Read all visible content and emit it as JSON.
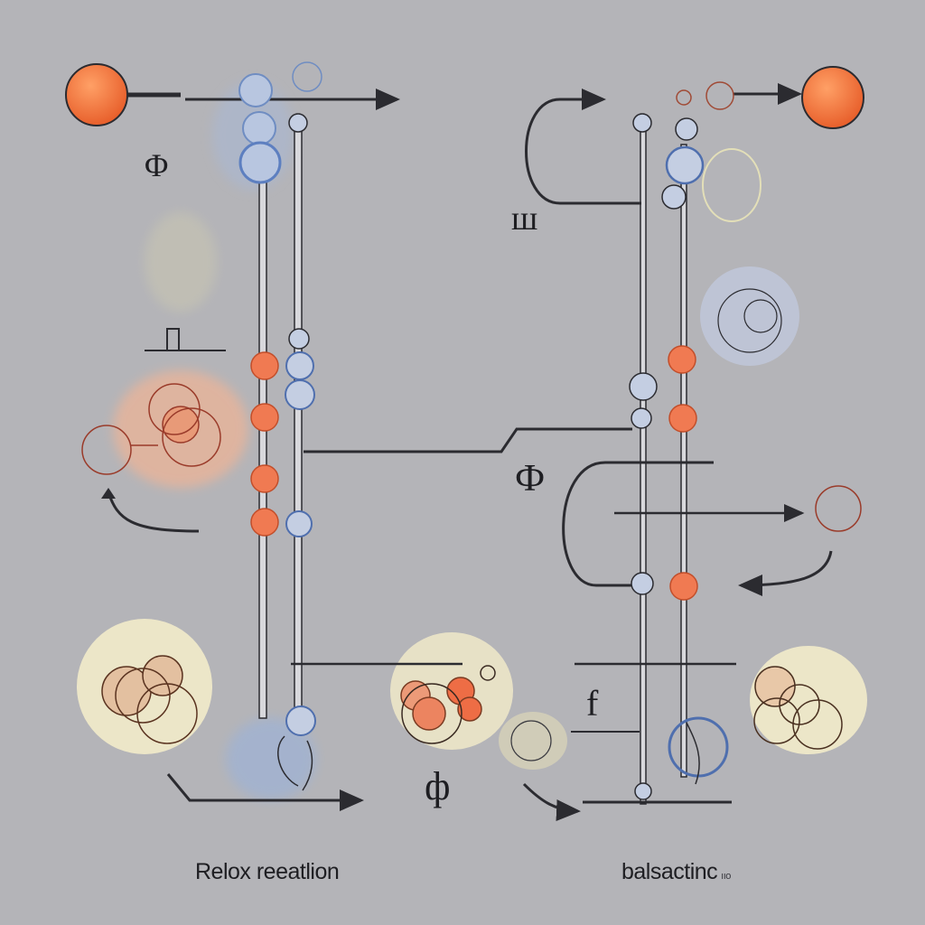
{
  "labels": {
    "phi_top_left": "Φ",
    "w_mid": "ш",
    "phi_mid": "Ф",
    "f_lower": "f",
    "phi_bottom": "ф"
  },
  "captions": {
    "left": "Relox reeatlion",
    "right": "balsactinc",
    "right_suffix": "ııo"
  },
  "colors": {
    "background": "#b4b4b8",
    "orange_atom": "#f07a52",
    "blue_atom": "#7c9acb",
    "cream_blob": "#ece6c8",
    "line": "#2b2b30"
  }
}
